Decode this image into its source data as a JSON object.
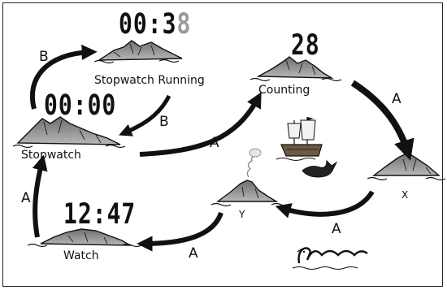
{
  "nodes": {
    "stopwatch_running": {
      "label": "Stopwatch Running",
      "display_main": "00:3",
      "display_dim": "8"
    },
    "stopwatch": {
      "label": "Stopwatch",
      "display": "00:00"
    },
    "counting": {
      "label": "Counting",
      "display": "28"
    },
    "watch": {
      "label": "Watch",
      "display": "12:47"
    },
    "x": {
      "label": "X"
    },
    "y": {
      "label": "Y"
    }
  },
  "edges": {
    "stopwatch_to_running": "B",
    "running_to_stopwatch": "B",
    "stopwatch_to_counting": "A",
    "counting_to_x": "A",
    "x_to_y": "A",
    "y_to_watch": "A",
    "watch_to_stopwatch": "A"
  },
  "colors": {
    "ink": "#111111",
    "mountain": "#8a8a8a",
    "background": "#ffffff"
  }
}
